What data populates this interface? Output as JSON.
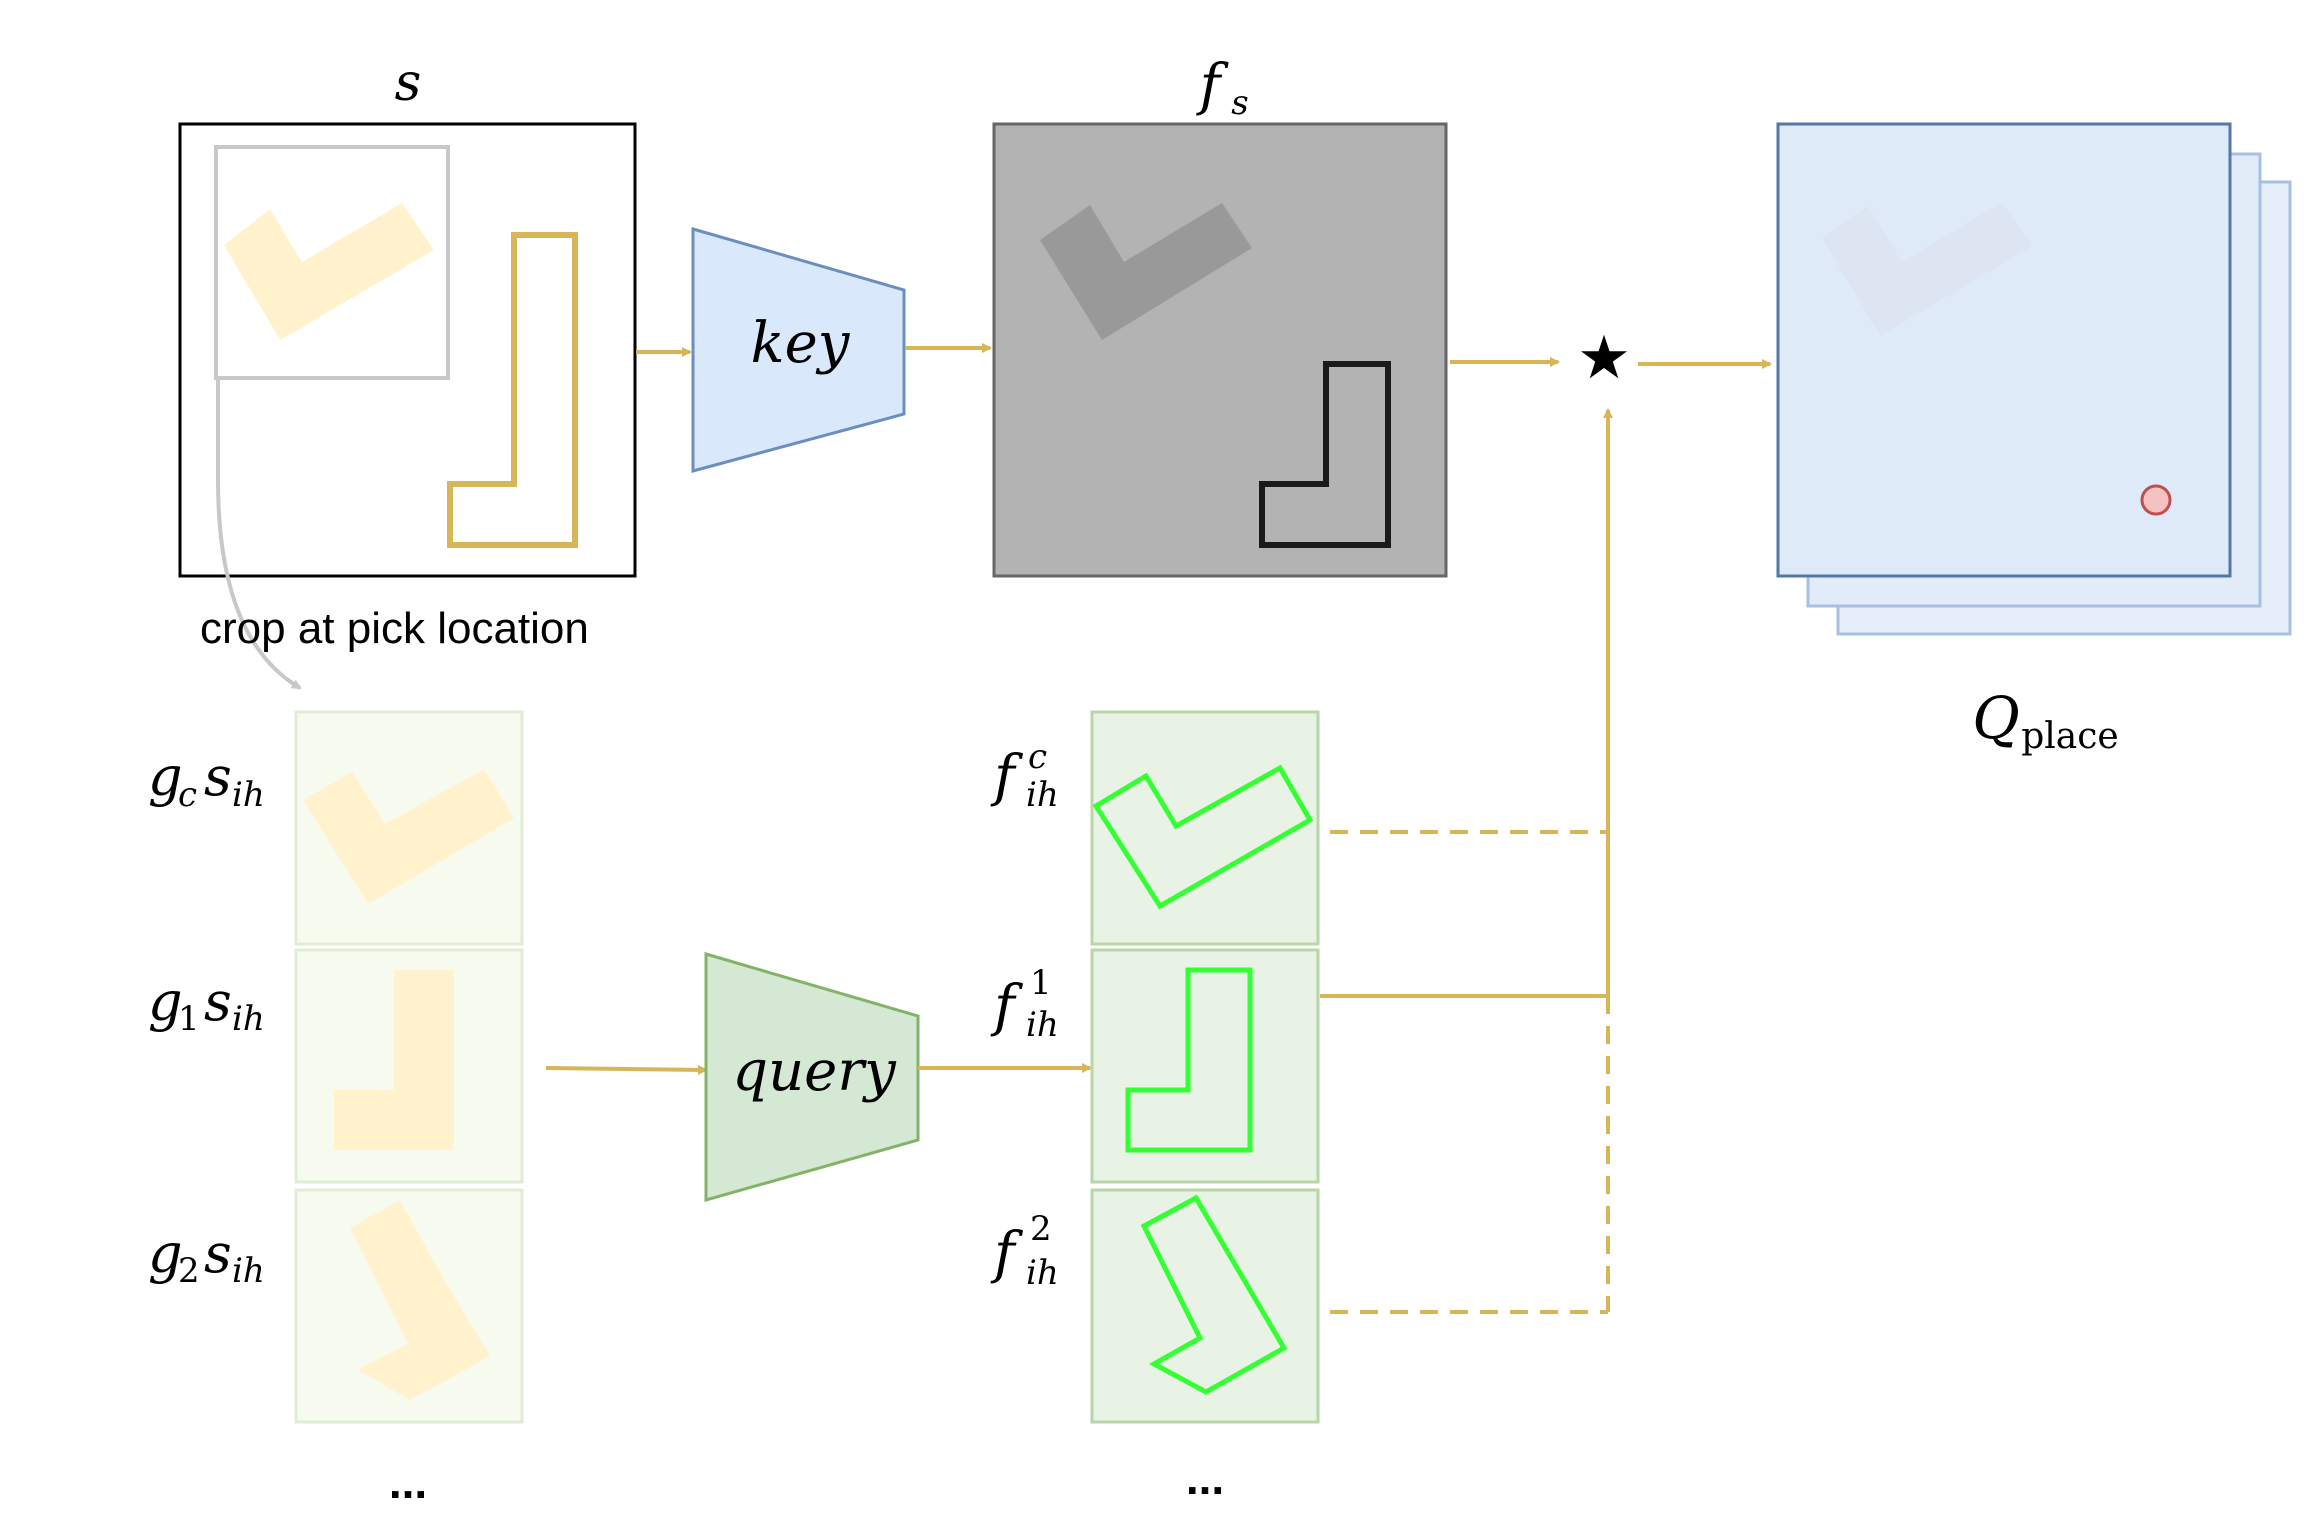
{
  "labels": {
    "s": "s",
    "f_s": "f",
    "f_s_sub": "s",
    "key": "key",
    "query": "query",
    "star": "★",
    "q_place": "Q",
    "q_place_sub": "place",
    "crop": "crop at pick location",
    "gc_g": "g",
    "gc_sub": "c",
    "g1_g": "g",
    "g1_sub": "1",
    "g2_g": "g",
    "g2_sub": "2",
    "s_ih": "s",
    "ih": "ih",
    "f": "f",
    "sup_c": "c",
    "sup_1": "1",
    "sup_2": "2",
    "ellipsis_left": "...",
    "ellipsis_right": "..."
  },
  "colors": {
    "arrow": "#d6b656",
    "key_fill": "#dae8fc",
    "key_stroke": "#6c8ebf",
    "query_fill": "#d5e8d4",
    "query_stroke": "#82b366",
    "feature_gray": "#b3b3b3",
    "crop_tile_fill": "#f7fbef",
    "feature_tile_fill": "#e9f3e5",
    "shape_light": "#fff2cc",
    "shape_green": "#33ff33",
    "qmap_fill": "#dfeaf9",
    "qmap_stroke": "#5577a6",
    "qmap_back_stroke": "#a8c0e0",
    "dot_fill": "#f4c2c2",
    "dot_stroke": "#c05050"
  }
}
